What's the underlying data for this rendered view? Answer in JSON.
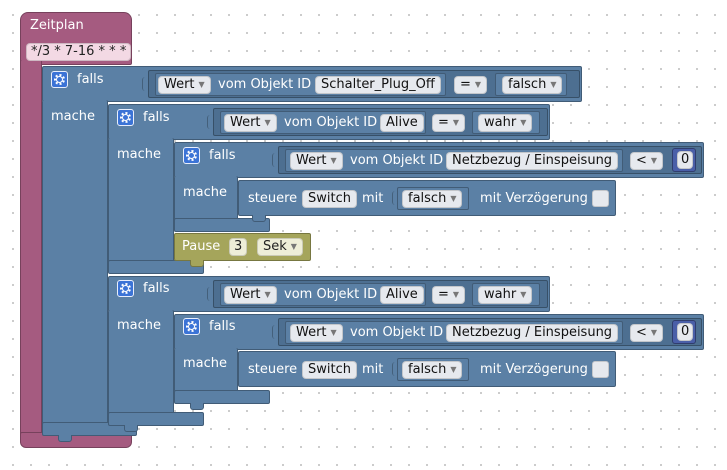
{
  "zeitplan": {
    "title": "Zeitplan",
    "cron": "*/3 * 7-16 * * *"
  },
  "if1": {
    "falls": "falls",
    "mache": "mache",
    "cond": {
      "wert": "Wert",
      "vom": "vom Objekt ID",
      "object_id": "Schalter_Plug_Off",
      "op": "=",
      "value": "falsch"
    }
  },
  "if2": {
    "falls": "falls",
    "mache": "mache",
    "cond": {
      "wert": "Wert",
      "vom": "vom Objekt ID",
      "object_id": "Alive",
      "op": "=",
      "value": "wahr"
    }
  },
  "if3": {
    "falls": "falls",
    "mache": "mache",
    "cond": {
      "wert": "Wert",
      "vom": "vom Objekt ID",
      "object_id": "Netzbezug / Einspeisung",
      "op": "<",
      "value": "0"
    },
    "action": {
      "steuere": "steuere",
      "target": "Switch",
      "mit": "mit",
      "value": "falsch",
      "delay_label": "mit Verzögerung"
    }
  },
  "pause": {
    "label": "Pause",
    "amount": "3",
    "unit": "Sek"
  },
  "if4": {
    "falls": "falls",
    "mache": "mache",
    "cond": {
      "wert": "Wert",
      "vom": "vom Objekt ID",
      "object_id": "Alive",
      "op": "=",
      "value": "wahr"
    }
  },
  "if5": {
    "falls": "falls",
    "mache": "mache",
    "cond": {
      "wert": "Wert",
      "vom": "vom Objekt ID",
      "object_id": "Netzbezug / Einspeisung",
      "op": "<",
      "value": "0"
    },
    "action": {
      "steuere": "steuere",
      "target": "Switch",
      "mit": "mit",
      "value": "falsch",
      "delay_label": "mit Verzögerung"
    }
  }
}
